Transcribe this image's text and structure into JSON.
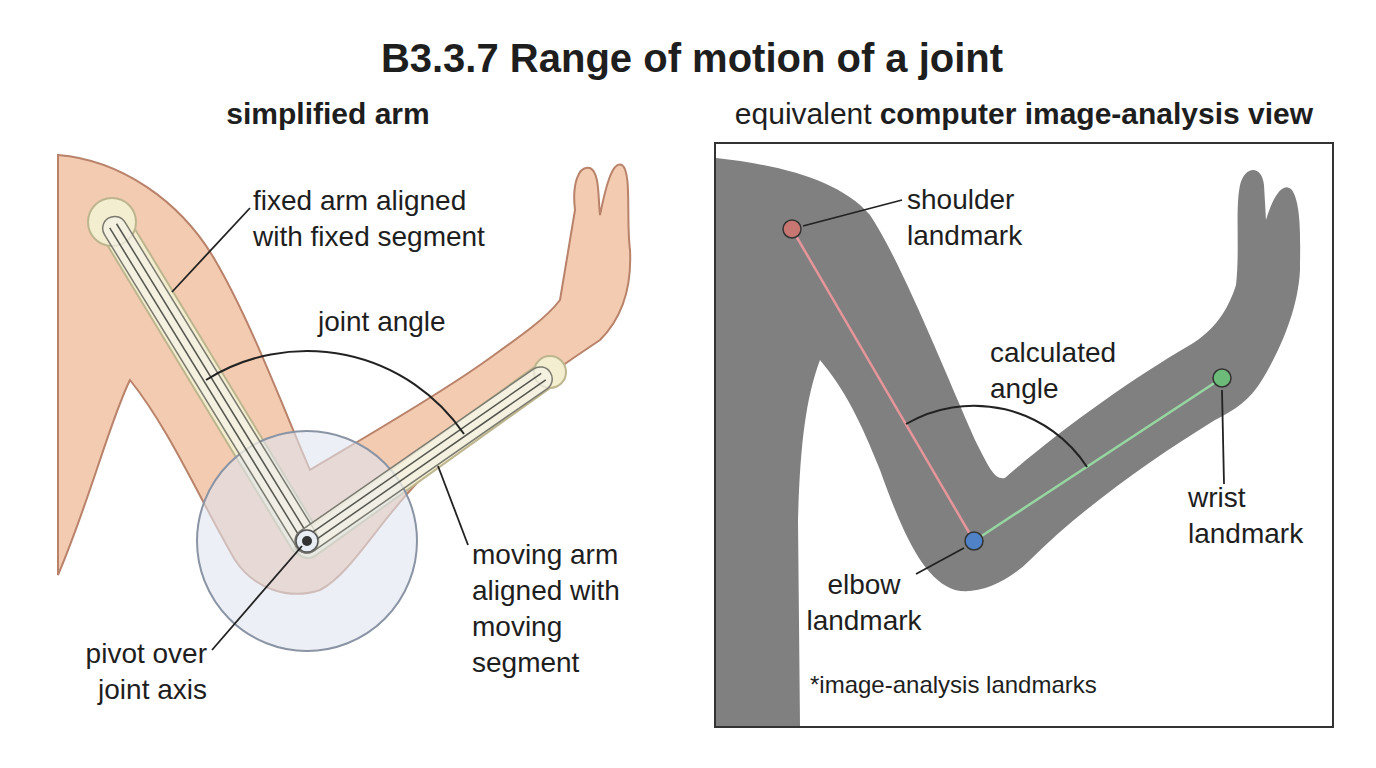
{
  "diagram": {
    "title": "B3.3.7 Range of motion of a joint",
    "labels": [
      "simplified arm",
      "equivalent",
      "computer image-analysis view",
      "fixed arm aligned with fixed segment",
      "joint angle",
      "moving arm aligned with moving segment",
      "pivot over joint axis",
      "shoulder landmark",
      "calculated angle",
      "wrist landmark",
      "elbow landmark",
      "*image-analysis landmarks"
    ]
  }
}
